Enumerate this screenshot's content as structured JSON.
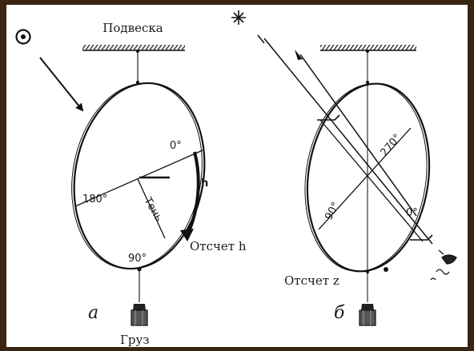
{
  "diagram_a": {
    "suspension_label": "Подвеска",
    "degree_0": "0°",
    "degree_180": "180°",
    "degree_90": "90°",
    "h_label": "h",
    "shadow_label": "Тень",
    "reading_label": "Отсчет h",
    "caption": "а",
    "weight_label": "Груз"
  },
  "diagram_b": {
    "degree_270": "270°",
    "degree_90": "90°",
    "degree_0": "0°",
    "reading_label": "Отсчет z",
    "caption": "б"
  },
  "icons": {
    "sun": "sun-symbol-icon",
    "star": "star-icon"
  }
}
